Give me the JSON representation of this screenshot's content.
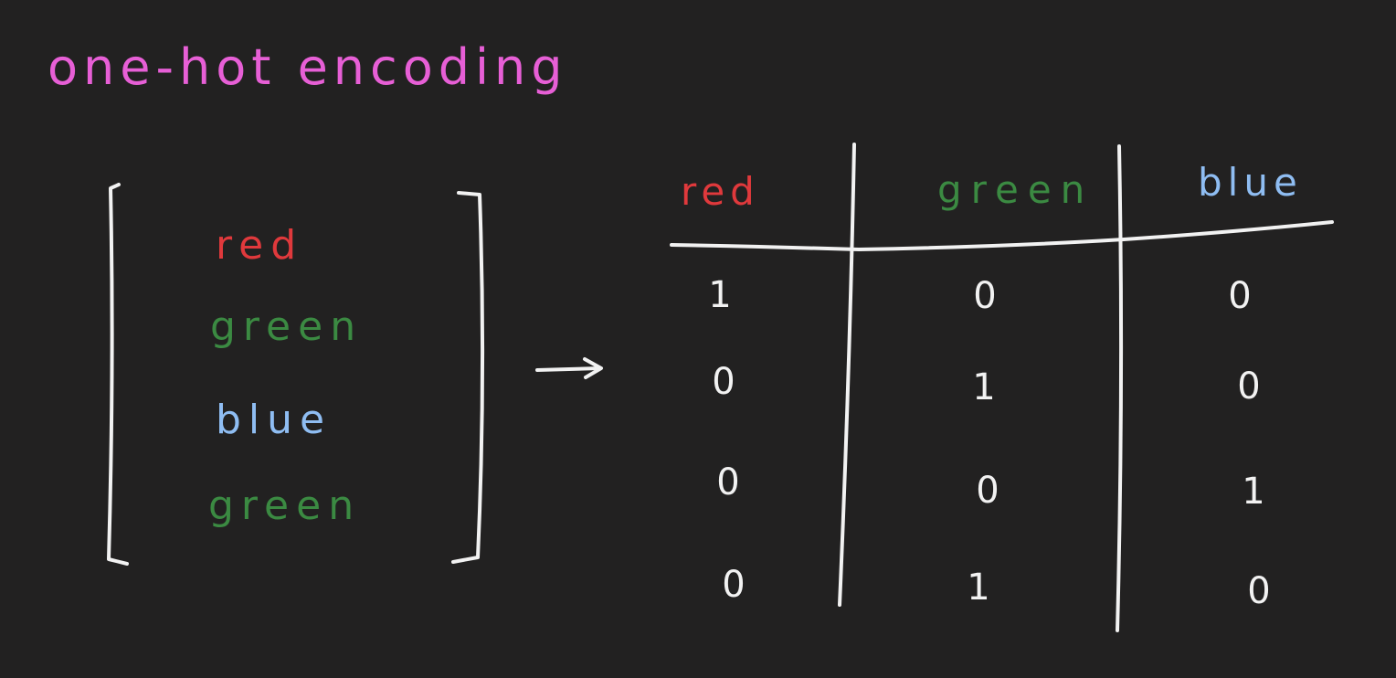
{
  "title": "one-hot encoding",
  "input_list": [
    "red",
    "green",
    "blue",
    "green"
  ],
  "table": {
    "headers": [
      "red",
      "green",
      "blue"
    ],
    "rows": [
      [
        "1",
        "0",
        "0"
      ],
      [
        "0",
        "1",
        "0"
      ],
      [
        "0",
        "0",
        "1"
      ],
      [
        "0",
        "1",
        "0"
      ]
    ]
  },
  "colors": {
    "background": "#222121",
    "ink": "#f2f2f2",
    "title": "#e75fd6",
    "red": "#e0393c",
    "green": "#3b8a42",
    "blue": "#8fbdf2"
  },
  "icons": {
    "arrow": "right-arrow-icon"
  }
}
